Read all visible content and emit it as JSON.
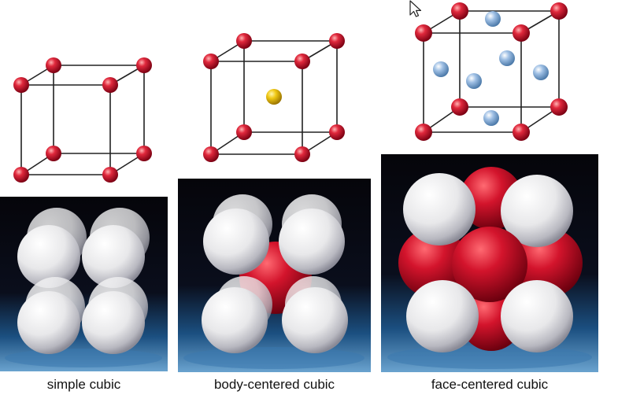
{
  "panels": [
    {
      "caption": "simple cubic"
    },
    {
      "caption": "body-centered cubic"
    },
    {
      "caption": "face-centered cubic"
    }
  ],
  "colors": {
    "corner_atom": "#c8102e",
    "body_center_atom": "#e8c21a",
    "face_center_atom": "#8fb3dc",
    "white_sphere": "#eeeeee",
    "red_sphere": "#c4102a",
    "photo_background": "#0a0a12",
    "photo_floor": "#2a6aa0"
  },
  "cursor_icon": "mouse-pointer-icon"
}
